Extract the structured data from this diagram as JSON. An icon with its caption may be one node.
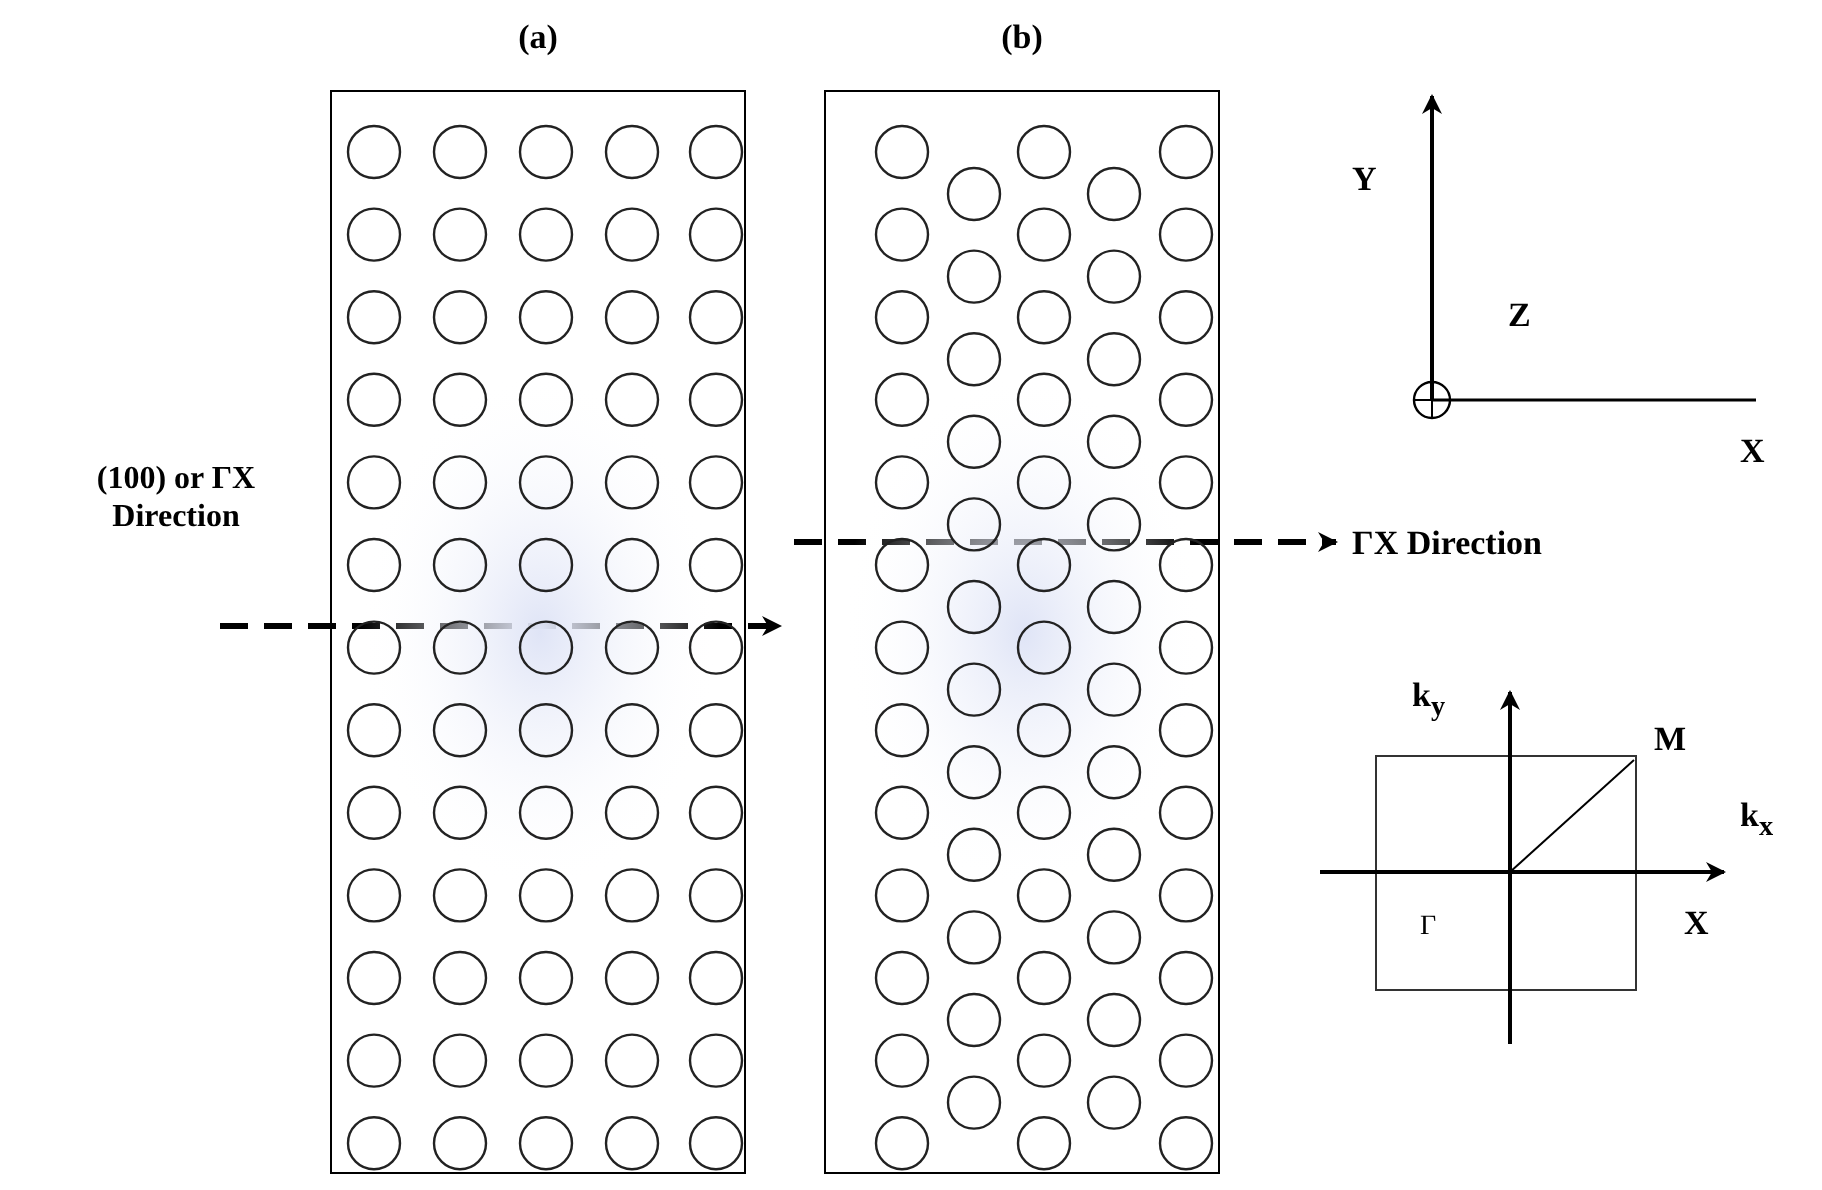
{
  "diagram": {
    "nodes": [
      {
        "text": [
          "(a)"
        ]
      },
      {
        "text": [
          "(b)"
        ]
      },
      {
        "text": [
          "(100) or ΓX Direction"
        ]
      },
      {
        "text": [
          "ΓX Direction"
        ]
      }
    ],
    "edges": [
      {
        "from": 2,
        "to": 0,
        "arrow": "to",
        "style": "dashed"
      },
      {
        "from": 1,
        "to": 3,
        "arrow": "to",
        "style": "dashed"
      }
    ],
    "labels": [
      "Y",
      "Z",
      "X",
      "k$_{y}$",
      "M",
      "k$_{x}$",
      "Γ",
      "X"
    ]
  }
}
